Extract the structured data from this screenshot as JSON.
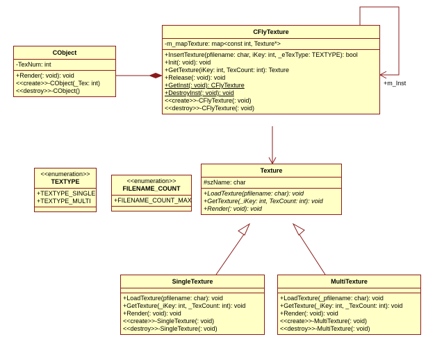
{
  "classes": {
    "cobject": {
      "name": "CObject",
      "attributes": [
        "-TexNum: int"
      ],
      "operations": [
        "+Render(: void): void",
        "<<create>>-CObject(_Tex: int)",
        "<<destroy>>-CObject()"
      ]
    },
    "cflytexture": {
      "name": "CFlyTexture",
      "attributes": [
        "-m_mapTexture: map<const int, Texture*>"
      ],
      "operations": [
        "+InsertTexture(pfilename: char, iKey: int, _eTexType: TEXTYPE): bool",
        "+Init(: void): void",
        "+GetTexture(iKey: int, TexCount: int): Texture",
        "+Release(: void): void",
        "+GetInst(: void): CFlyTexture",
        "+DestroyInst(: void): void",
        "<<create>>-CFlyTexture(: void)",
        "<<destroy>>-CFlyTexture(: void)"
      ]
    },
    "textype": {
      "stereotype": "<<enumeration>>",
      "name": "TEXTYPE",
      "literals": [
        "+TEXTYPE_SINGLE",
        "+TEXTYPE_MULTI"
      ]
    },
    "filename_count": {
      "stereotype": "<<enumeration>>",
      "name": "FILENAME_COUNT",
      "literals": [
        "+FILENAME_COUNT_MAX"
      ]
    },
    "texture": {
      "name": "Texture",
      "attributes": [
        "#szName: char"
      ],
      "operations": [
        "+LoadTexture(pfilename: char): void",
        "+GetTexture(_iKey: int, TexCount: int): void",
        "+Render(: void): void"
      ]
    },
    "singletexture": {
      "name": "SingleTexture",
      "operations": [
        "+LoadTexture(pfilename: char): void",
        "+GetTexture(_iKey: int, _TexCount: int): void",
        "+Render(: void): void",
        "<<create>>-SingleTexture(: void)",
        "<<destroy>>-SingleTexture(: void)"
      ]
    },
    "multitexture": {
      "name": "MultiTexture",
      "operations": [
        "+LoadTexture(_pfilename: char): void",
        "+GetTexture(_iKey: int, _TexCount: int): void",
        "+Render(: void): void",
        "<<create>>-MultiTexture(: void)",
        "<<destroy>>-MultiTexture(: void)"
      ]
    }
  },
  "associations": {
    "self_role": "+m_Inst"
  },
  "colors": {
    "class_fill": "#ffffc6",
    "line": "#8b1a1a"
  }
}
